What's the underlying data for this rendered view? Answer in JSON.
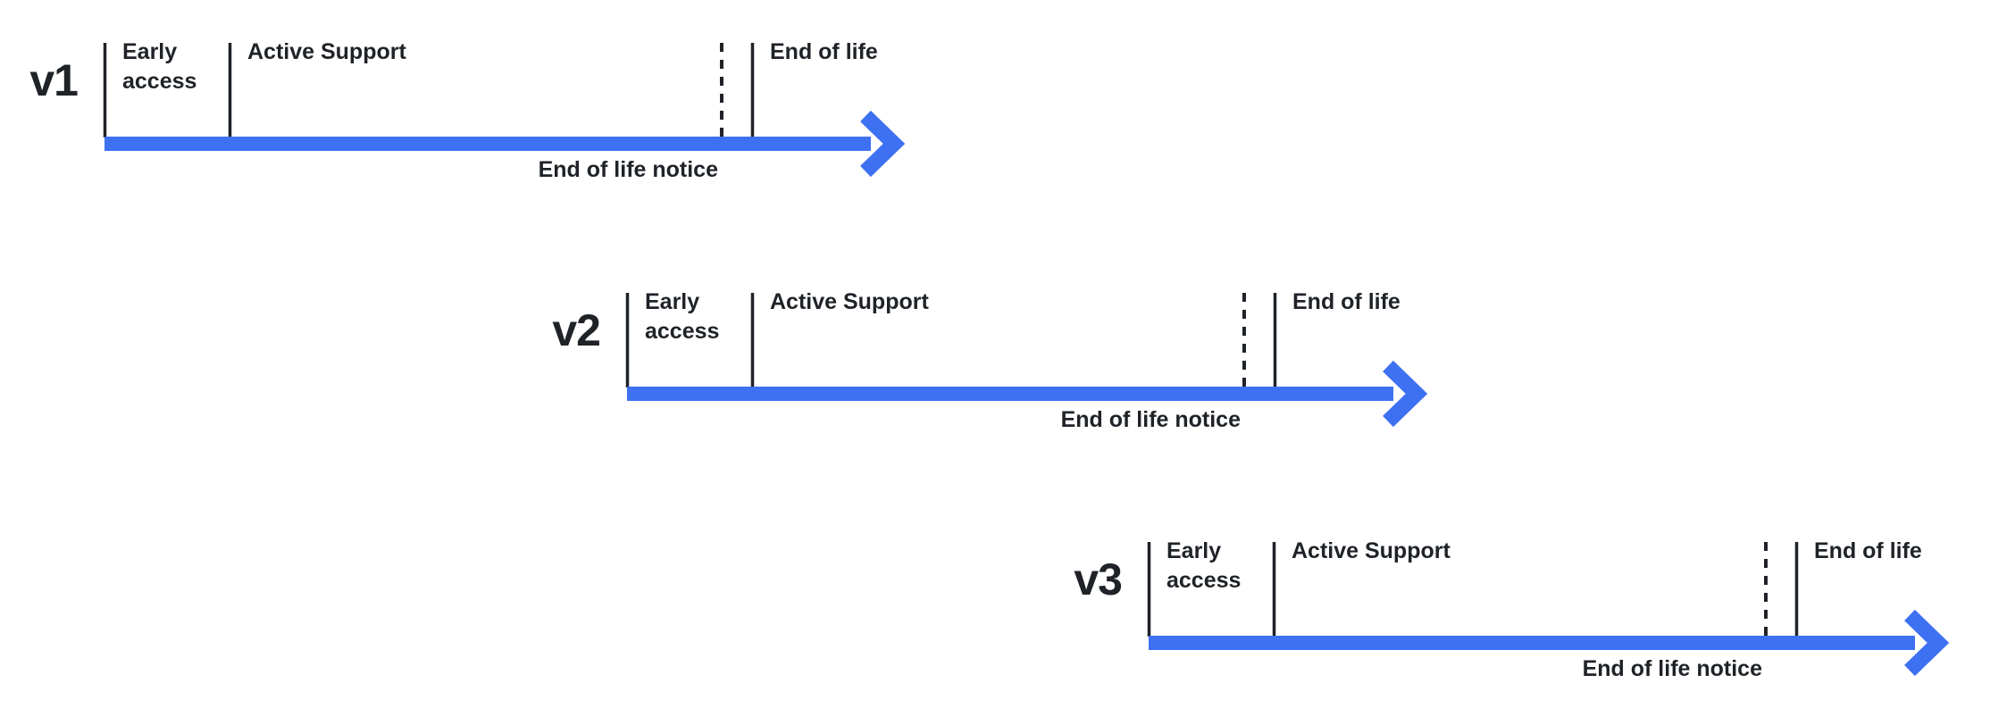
{
  "diagram": {
    "colors": {
      "background": "#FFFFFF",
      "arrow": "#3E70F2",
      "line": "#1F2328",
      "text": "#1F2328"
    },
    "timelines": [
      {
        "version": "v1",
        "labels": {
          "early_access": "Early access",
          "active_support": "Active Support",
          "end_of_life": "End of life",
          "end_of_life_notice": "End of life notice"
        }
      },
      {
        "version": "v2",
        "labels": {
          "early_access": "Early access",
          "active_support": "Active Support",
          "end_of_life": "End of life",
          "end_of_life_notice": "End of life notice"
        }
      },
      {
        "version": "v3",
        "labels": {
          "early_access": "Early access",
          "active_support": "Active Support",
          "end_of_life": "End of life",
          "end_of_life_notice": "End of life notice"
        }
      }
    ]
  }
}
